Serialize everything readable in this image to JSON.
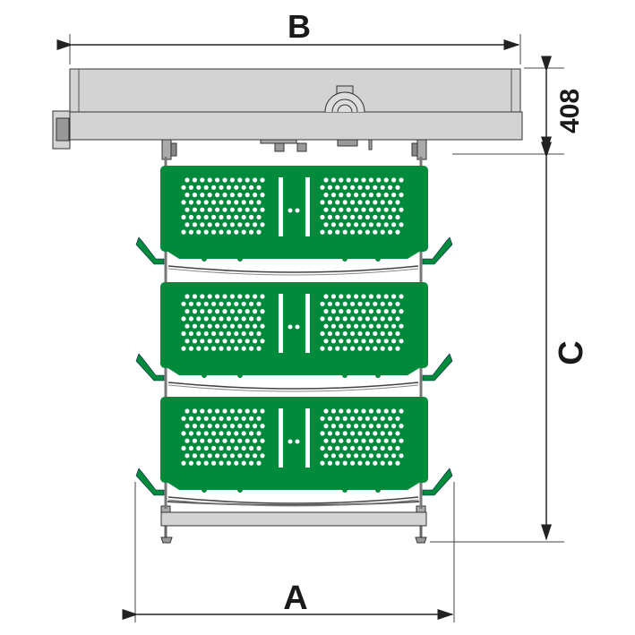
{
  "dimensions": {
    "width_label": "B",
    "top_height_label": "408",
    "basket_height_label": "C",
    "basket_width_label": "A"
  },
  "colors": {
    "basket_green": "#008a3c",
    "frame_grey": "#d3d3d3",
    "outline": "#333333"
  },
  "basket_count": 3
}
